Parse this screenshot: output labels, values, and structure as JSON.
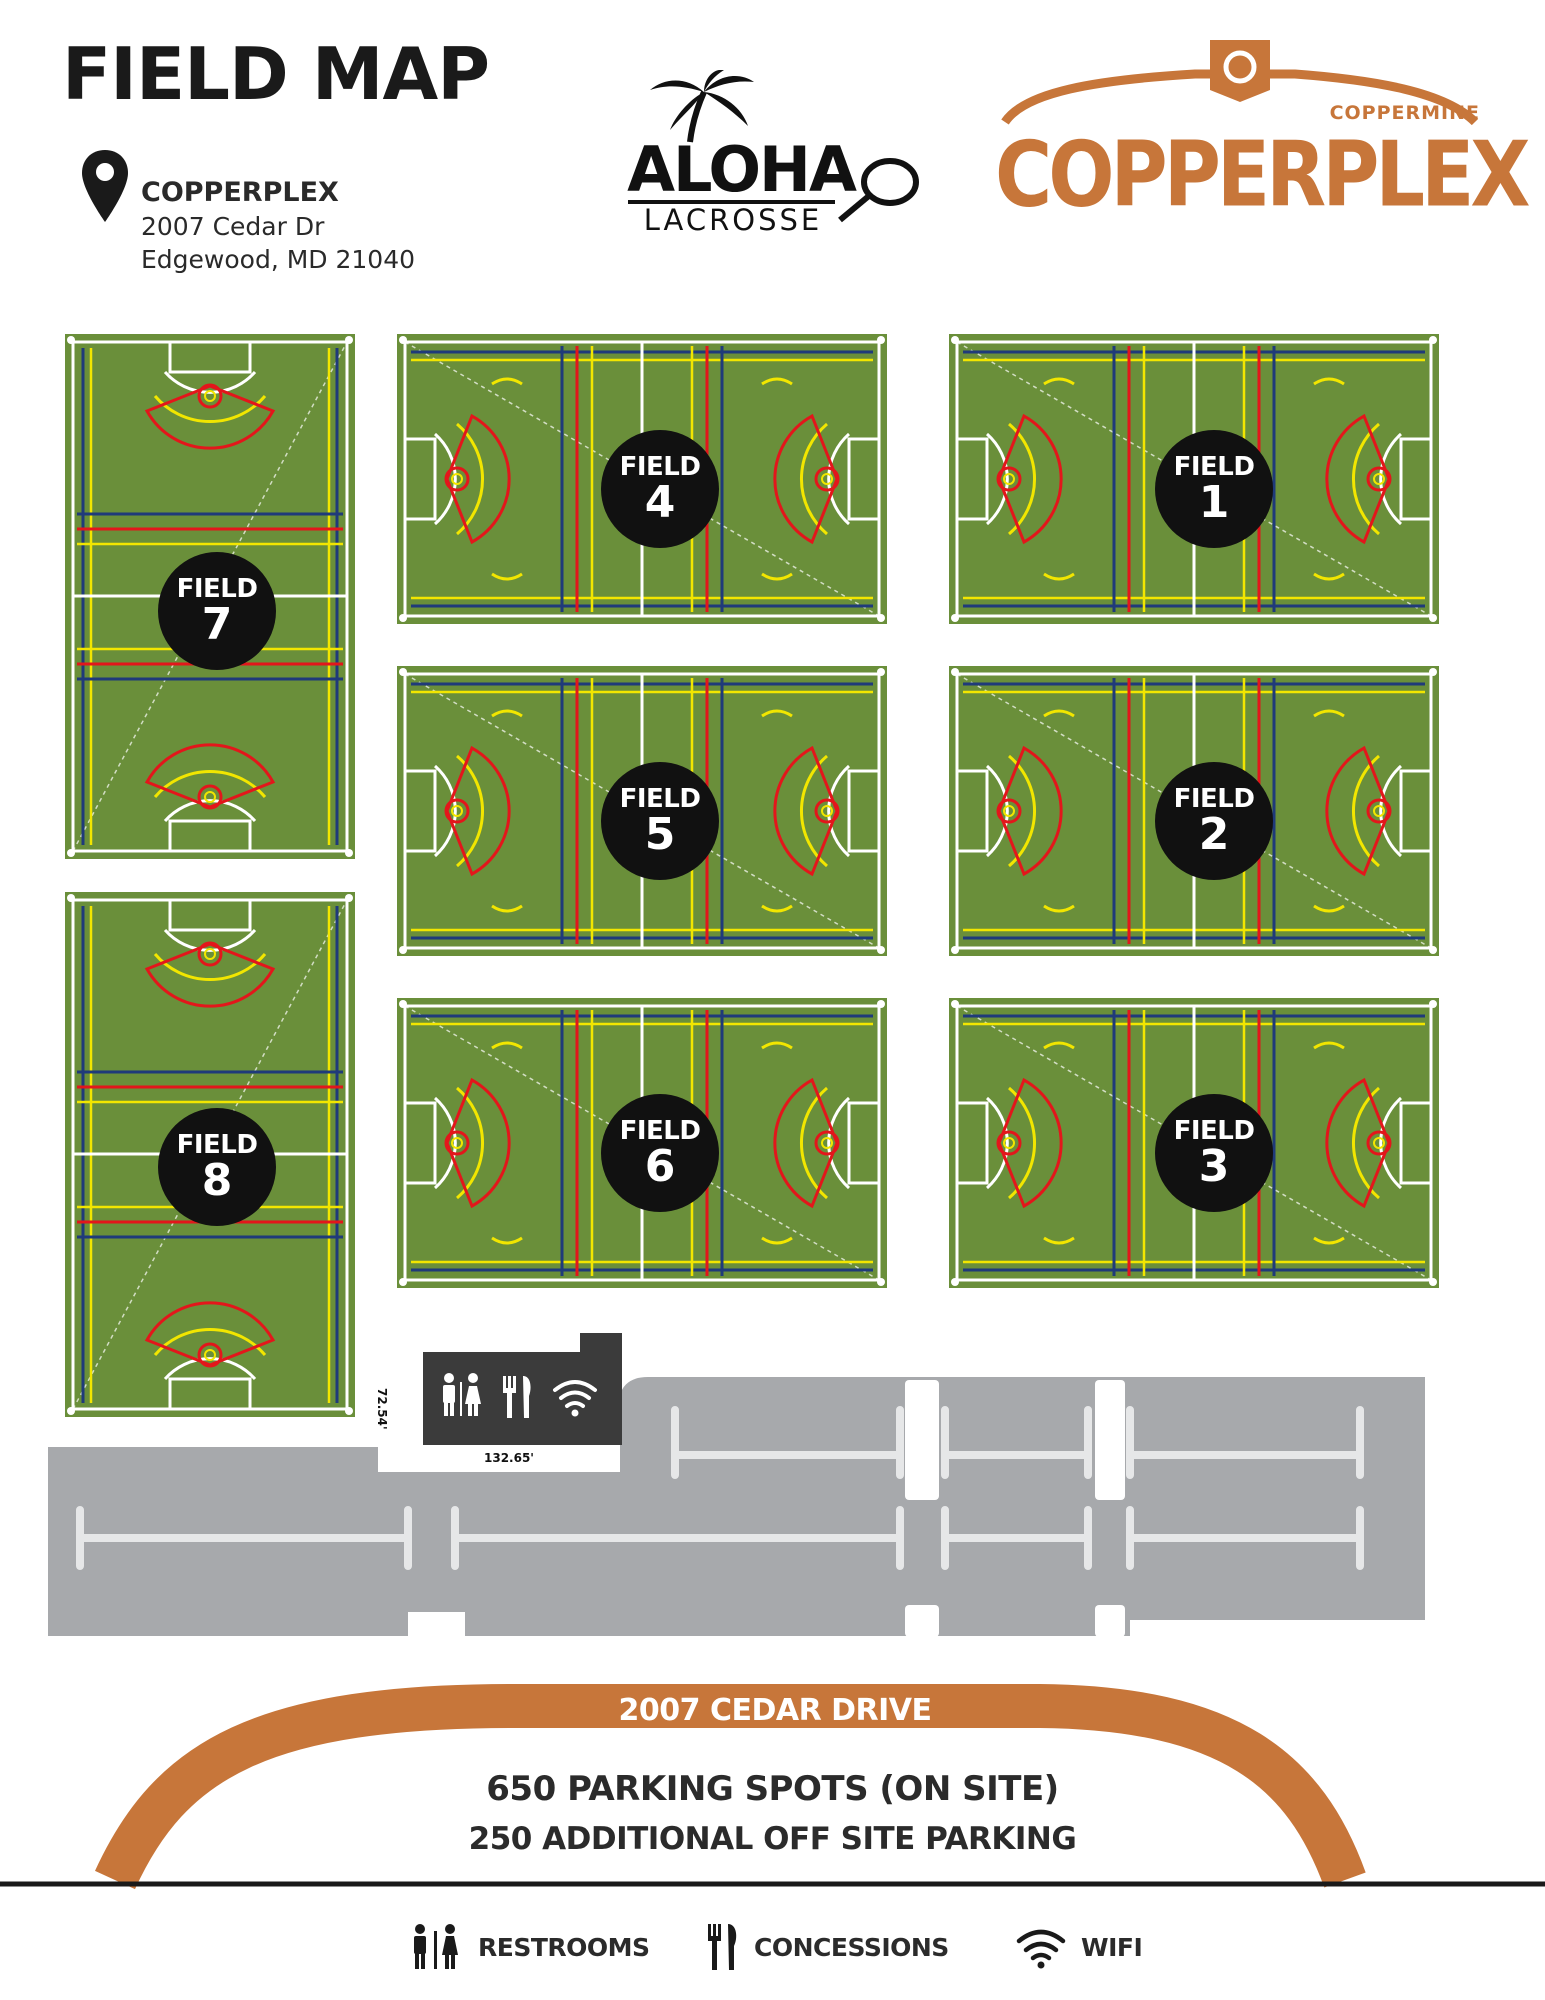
{
  "header": {
    "title": "FIELD MAP",
    "venue_name": "COPPERPLEX",
    "street": "2007 Cedar Dr",
    "city": "Edgewood, MD 21040"
  },
  "logos": {
    "aloha": {
      "word": "ALOHA",
      "sub": "LACROSSE"
    },
    "copperplex": {
      "small": "COPPERMINE",
      "big": "COPPERPLEX"
    }
  },
  "fields": [
    {
      "label": "FIELD",
      "number": "1"
    },
    {
      "label": "FIELD",
      "number": "2"
    },
    {
      "label": "FIELD",
      "number": "3"
    },
    {
      "label": "FIELD",
      "number": "4"
    },
    {
      "label": "FIELD",
      "number": "5"
    },
    {
      "label": "FIELD",
      "number": "6"
    },
    {
      "label": "FIELD",
      "number": "7"
    },
    {
      "label": "FIELD",
      "number": "8"
    }
  ],
  "building": {
    "depth_label": "72.54'",
    "width_label": "132.65'"
  },
  "road": {
    "label": "2007 CEDAR DRIVE"
  },
  "parking": {
    "onsite": "650 PARKING SPOTS (ON SITE)",
    "offsite": "250 ADDITIONAL OFF SITE PARKING"
  },
  "legend": [
    {
      "icon": "restroom-icon",
      "label": "RESTROOMS"
    },
    {
      "icon": "utensils-icon",
      "label": "CONCESSIONS"
    },
    {
      "icon": "wifi-icon",
      "label": "WIFI"
    }
  ],
  "colors": {
    "turf": "#6a8f3a",
    "copper": "#c7763a",
    "parking": "#a7a9ac",
    "building": "#3b3b3b"
  }
}
